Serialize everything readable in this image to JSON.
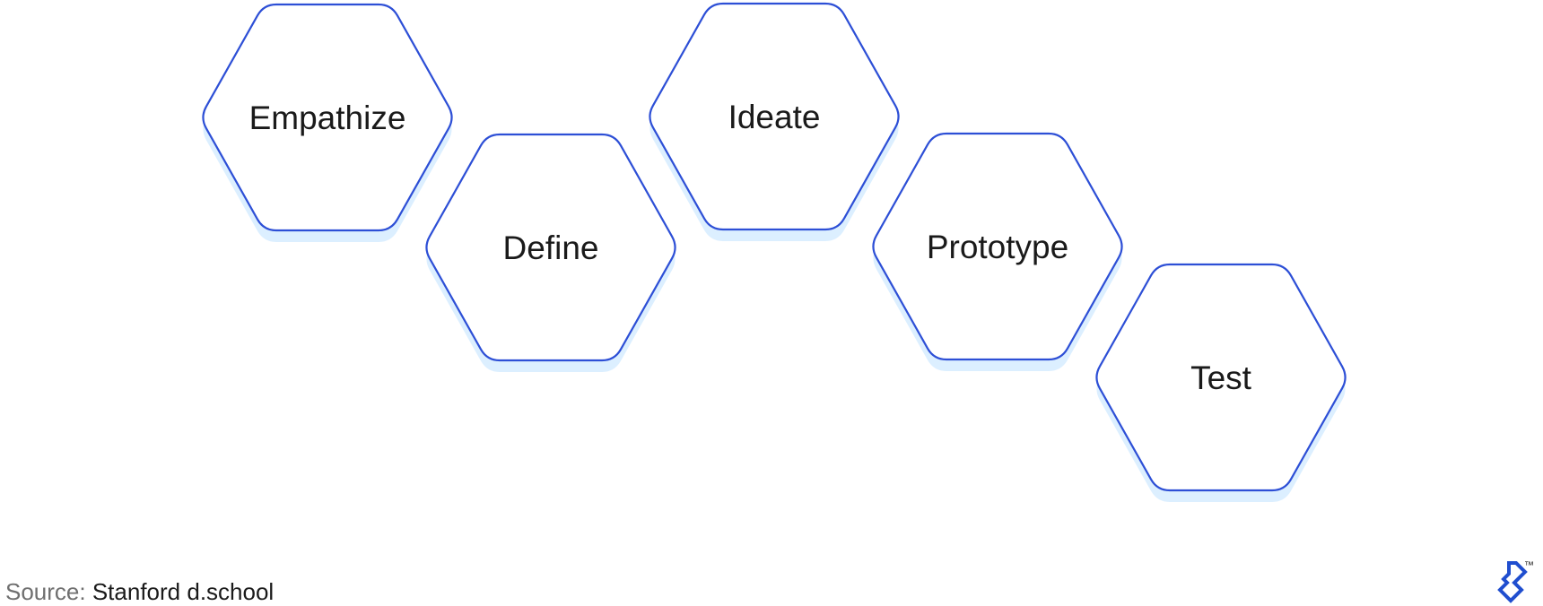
{
  "steps": [
    {
      "label": "Empathize"
    },
    {
      "label": "Define"
    },
    {
      "label": "Ideate"
    },
    {
      "label": "Prototype"
    },
    {
      "label": "Test"
    }
  ],
  "source": {
    "label": "Source:",
    "value": "Stanford d.school"
  },
  "logo": {
    "icon": "toptal-logo-icon",
    "trademark": "™"
  },
  "colors": {
    "outline": "#2d4fd6",
    "shadow": "#dcefff",
    "label": "#1a1a1a",
    "logo": "#204ecf"
  }
}
